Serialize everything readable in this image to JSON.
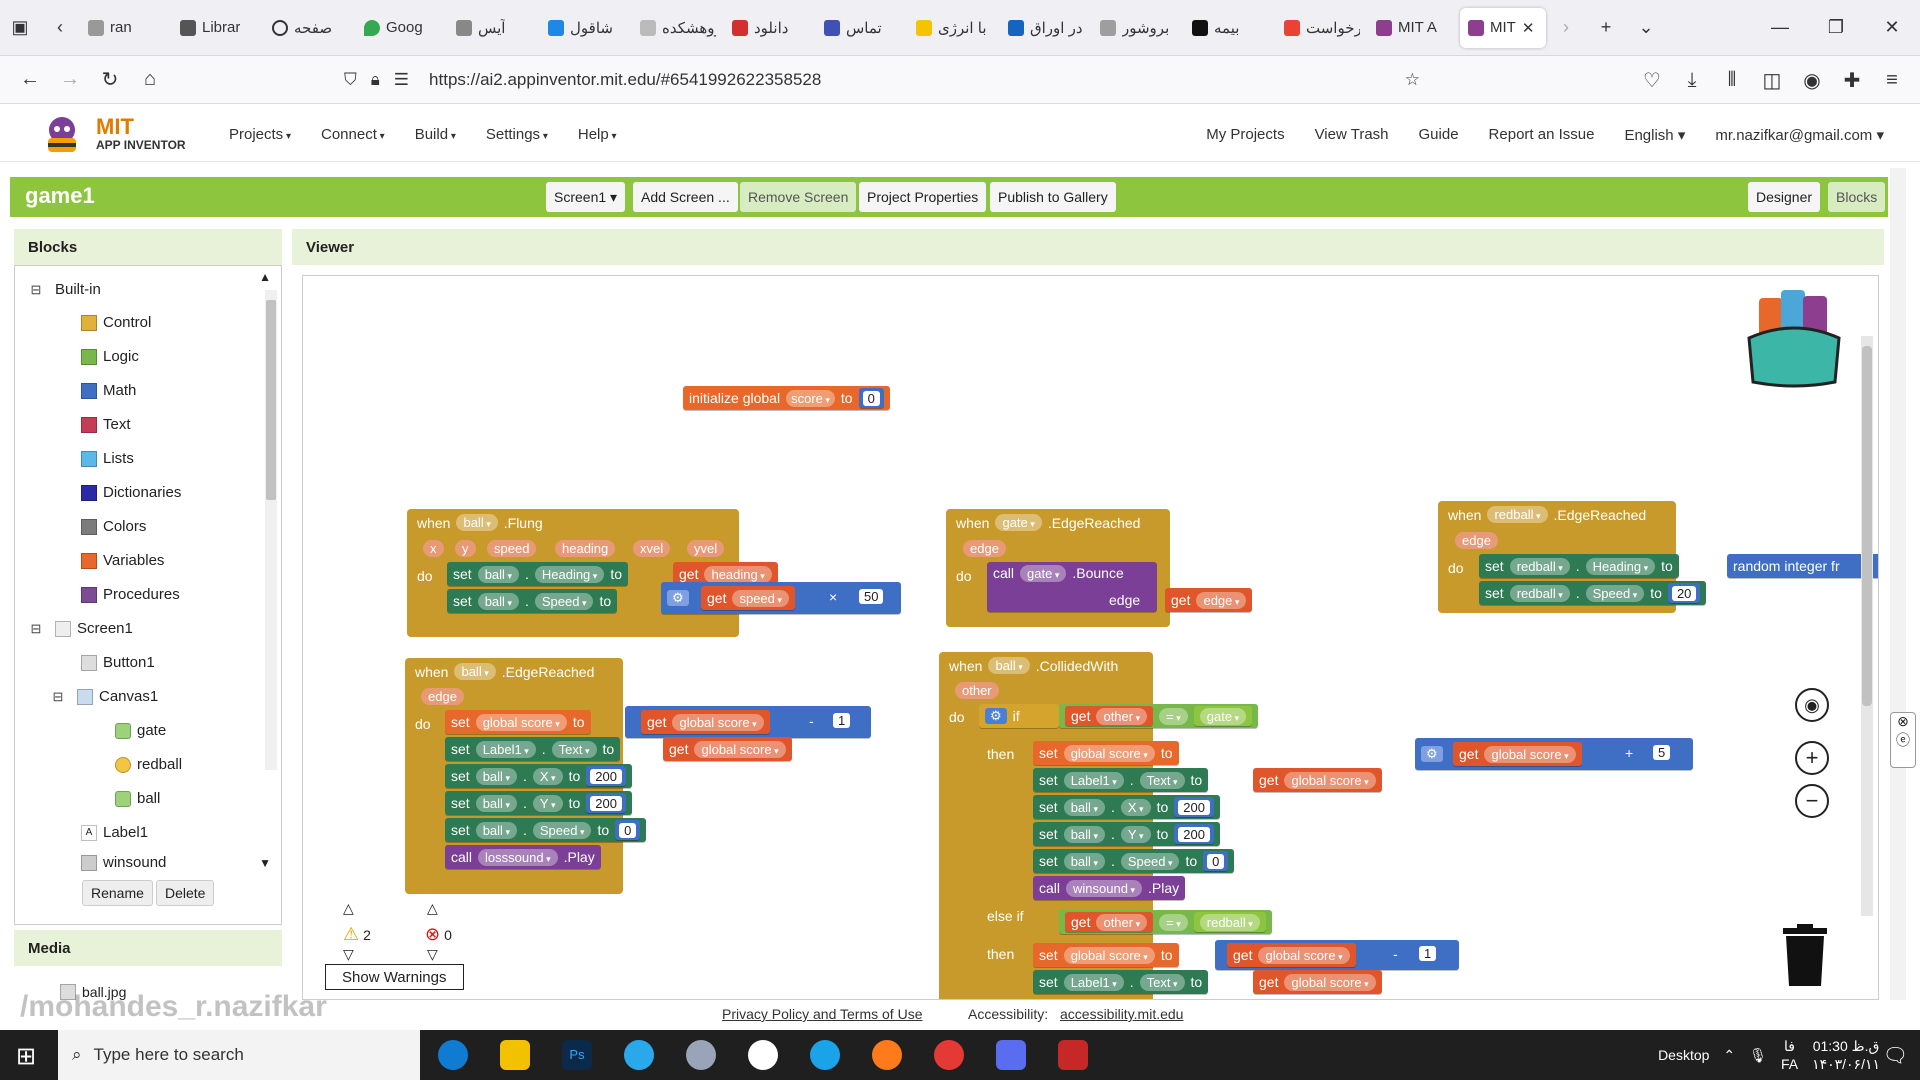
{
  "browser": {
    "tabs": [
      "ran",
      "Librar",
      "صفحه",
      "Goog",
      "آیس",
      "شاقول",
      "پژوهشکده",
      "دانلود",
      "تماس",
      "با انرژی",
      "در اوراق",
      "بروشور",
      "بیمه",
      "درخواست",
      "MIT A",
      "MIT"
    ],
    "url": "https://ai2.appinventor.mit.edu/#6541992622358528"
  },
  "app": {
    "logo_title": "MIT",
    "logo_subtitle": "APP INVENTOR",
    "menu": [
      "Projects",
      "Connect",
      "Build",
      "Settings",
      "Help"
    ],
    "right_menu": [
      "My Projects",
      "View Trash",
      "Guide",
      "Report an Issue",
      "English",
      "mr.nazifkar@gmail.com"
    ]
  },
  "project": {
    "name": "game1",
    "screen": "Screen1",
    "add_screen": "Add Screen ...",
    "remove_screen": "Remove Screen",
    "properties": "Project Properties",
    "publish": "Publish to Gallery",
    "designer": "Designer",
    "blocks": "Blocks"
  },
  "blocks_panel": {
    "title": "Blocks",
    "builtin": "Built-in",
    "items": [
      {
        "label": "Control",
        "color": "#e1b13c"
      },
      {
        "label": "Logic",
        "color": "#78b74a"
      },
      {
        "label": "Math",
        "color": "#3f6fc4"
      },
      {
        "label": "Text",
        "color": "#c43c56"
      },
      {
        "label": "Lists",
        "color": "#5bb8e8"
      },
      {
        "label": "Dictionaries",
        "color": "#2b2aa6"
      },
      {
        "label": "Colors",
        "color": "#7c7c7c"
      },
      {
        "label": "Variables",
        "color": "#e8672b"
      },
      {
        "label": "Procedures",
        "color": "#7b4c92"
      }
    ],
    "screen": "Screen1",
    "components": [
      "Button1",
      "Canvas1",
      "gate",
      "redball",
      "ball",
      "Label1",
      "winsound"
    ],
    "rename": "Rename",
    "delete": "Delete",
    "media": "Media",
    "media_item": "ball.jpg"
  },
  "viewer": {
    "title": "Viewer",
    "init_global": {
      "kw": "initialize global",
      "name": "score",
      "to": "to",
      "value": "0"
    },
    "fling": {
      "when": "when",
      "comp": "ball",
      "event": ".Flung",
      "params": [
        "x",
        "y",
        "speed",
        "heading",
        "xvel",
        "yvel"
      ],
      "do": "do",
      "s1": {
        "set": "set",
        "comp": "ball",
        "prop": "Heading",
        "to": "to",
        "get": "get",
        "var": "heading"
      },
      "s2": {
        "set": "set",
        "comp": "ball",
        "prop": "Speed",
        "to": "to",
        "get": "get",
        "var": "speed",
        "op": "×",
        "num": "50"
      }
    },
    "gate_edge": {
      "when": "when",
      "comp": "gate",
      "event": ".EdgeReached",
      "param": "edge",
      "do": "do",
      "call": "call",
      "method": ".Bounce",
      "arg": "edge",
      "get": "get",
      "var": "edge"
    },
    "redball_edge": {
      "when": "when",
      "comp": "redball",
      "event": ".EdgeReached",
      "param": "edge",
      "do": "do",
      "s1": {
        "set": "set",
        "comp": "redball",
        "prop": "Heading",
        "to": "to",
        "fn": "random integer fr"
      },
      "s2": {
        "set": "set",
        "comp": "redball",
        "prop": "Speed",
        "to": "to",
        "num": "20"
      }
    },
    "ball_edge": {
      "when": "when",
      "comp": "ball",
      "event": ".EdgeReached",
      "param": "edge",
      "do": "do",
      "s1": {
        "set": "set",
        "var": "global score",
        "to": "to",
        "get": "get",
        "gvar": "global score",
        "op": "-",
        "num": "1"
      },
      "s2": {
        "set": "set",
        "comp": "Label1",
        "prop": "Text",
        "to": "to",
        "get": "get",
        "gvar": "global score"
      },
      "s3": {
        "set": "set",
        "comp": "ball",
        "prop": "X",
        "to": "to",
        "num": "200"
      },
      "s4": {
        "set": "set",
        "comp": "ball",
        "prop": "Y",
        "to": "to",
        "num": "200"
      },
      "s5": {
        "set": "set",
        "comp": "ball",
        "prop": "Speed",
        "to": "to",
        "num": "0"
      },
      "s6": {
        "call": "call",
        "comp": "losssound",
        "method": ".Play"
      }
    },
    "collided": {
      "when": "when",
      "comp": "ball",
      "event": ".CollidedWith",
      "param": "other",
      "do": "do",
      "if": "if",
      "then": "then",
      "elseif": "else if",
      "cond1": {
        "get": "get",
        "var": "other",
        "op": "=",
        "comp": "gate"
      },
      "t1": {
        "set": "set",
        "var": "global score",
        "to": "to"
      },
      "t2": {
        "set": "set",
        "comp": "Label1",
        "prop": "Text",
        "to": "to",
        "get": "get",
        "gvar": "global score"
      },
      "t3": {
        "set": "set",
        "comp": "ball",
        "prop": "X",
        "to": "to",
        "num": "200"
      },
      "t4": {
        "set": "set",
        "comp": "ball",
        "prop": "Y",
        "to": "to",
        "num": "200"
      },
      "t5": {
        "set": "set",
        "comp": "ball",
        "prop": "Speed",
        "to": "to",
        "num": "0"
      },
      "t6": {
        "call": "call",
        "comp": "winsound",
        "method": ".Play"
      },
      "cond2": {
        "get": "get",
        "var": "other",
        "op": "=",
        "comp": "redball"
      },
      "e1": {
        "set": "set",
        "var": "global score",
        "to": "to",
        "get": "get",
        "gvar": "global score",
        "op": "-",
        "num": "1"
      },
      "e2": {
        "set": "set",
        "comp": "Label1",
        "prop": "Text",
        "to": "to",
        "get": "get",
        "gvar": "global score"
      }
    },
    "loose_add": {
      "get": "get",
      "gvar": "global score",
      "op": "+",
      "num": "5"
    },
    "warnings_count": "2",
    "errors_count": "0",
    "show_warnings": "Show Warnings"
  },
  "footer": {
    "privacy": "Privacy Policy and Terms of Use",
    "access_label": "Accessibility:",
    "access_link": "accessibility.mit.edu"
  },
  "watermark": "/mohandes_r.nazifkar",
  "taskbar": {
    "search": "Type here to search",
    "desktop": "Desktop",
    "lang": "FA",
    "ime": "فا",
    "time": "01:30 ق.ظ",
    "date": "۱۴۰۳/۰۶/۱۱"
  }
}
